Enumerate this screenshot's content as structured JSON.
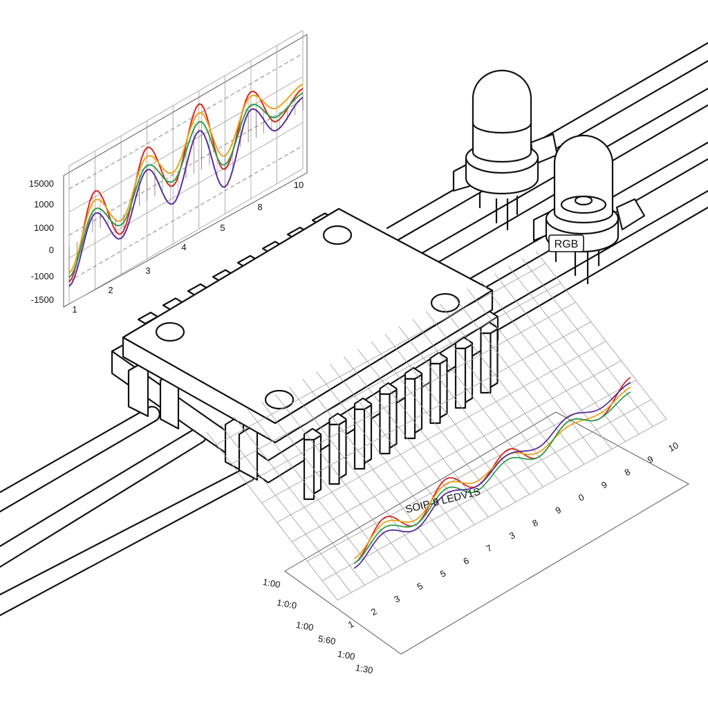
{
  "chart_data": [
    {
      "type": "line",
      "x": [
        1,
        2,
        3,
        4,
        5,
        6,
        7,
        8,
        9,
        10
      ],
      "x_ticks": [
        "1",
        "2",
        "3",
        "4",
        "5",
        "8",
        "10"
      ],
      "y_ticks": [
        "15000",
        "1000",
        "1000",
        "0",
        "-1000",
        "-1500"
      ],
      "series": [
        {
          "values": [
            -1000,
            700,
            -600,
            1000,
            -200,
            1300,
            -500,
            900,
            -100,
            300
          ],
          "color": "#d7261e"
        },
        {
          "values": [
            -800,
            500,
            -300,
            800,
            100,
            1100,
            -200,
            800,
            200,
            400
          ],
          "color": "#e8a31c"
        },
        {
          "values": [
            -900,
            300,
            -400,
            600,
            -100,
            900,
            -400,
            600,
            0,
            200
          ],
          "color": "#2e9e4f"
        },
        {
          "values": [
            -1100,
            200,
            -700,
            500,
            -600,
            700,
            -900,
            500,
            -300,
            100
          ],
          "color": "#5a2c99"
        }
      ],
      "grid": true
    },
    {
      "type": "line",
      "title": "SOIP-8 LEDV1S",
      "x": [
        1,
        2,
        3,
        4,
        5,
        6,
        7,
        8,
        9,
        10
      ],
      "x_ticks": [
        "1",
        "2",
        "3",
        "5",
        "5",
        "6",
        "7",
        "3",
        "8",
        "9",
        "0",
        "9",
        "8",
        "9",
        "10"
      ],
      "y_ticks": [
        "1:00",
        "1:0:0",
        "1:00",
        "5:60",
        "1:00",
        "1:30"
      ],
      "series": [
        {
          "values": [
            2,
            8,
            3,
            9,
            4,
            8,
            3,
            7,
            4,
            9
          ],
          "color": "#d7261e"
        },
        {
          "values": [
            3,
            7,
            4,
            8,
            5,
            7,
            4,
            6,
            5,
            7
          ],
          "color": "#e8a31c"
        },
        {
          "values": [
            2,
            6,
            3,
            7,
            3,
            6,
            3,
            7,
            4,
            6
          ],
          "color": "#2e9e4f"
        },
        {
          "values": [
            1,
            5,
            2,
            6,
            4,
            7,
            5,
            8,
            6,
            8
          ],
          "color": "#5a2c99"
        }
      ],
      "grid": true
    }
  ],
  "components": {
    "led_label": "RGB"
  }
}
